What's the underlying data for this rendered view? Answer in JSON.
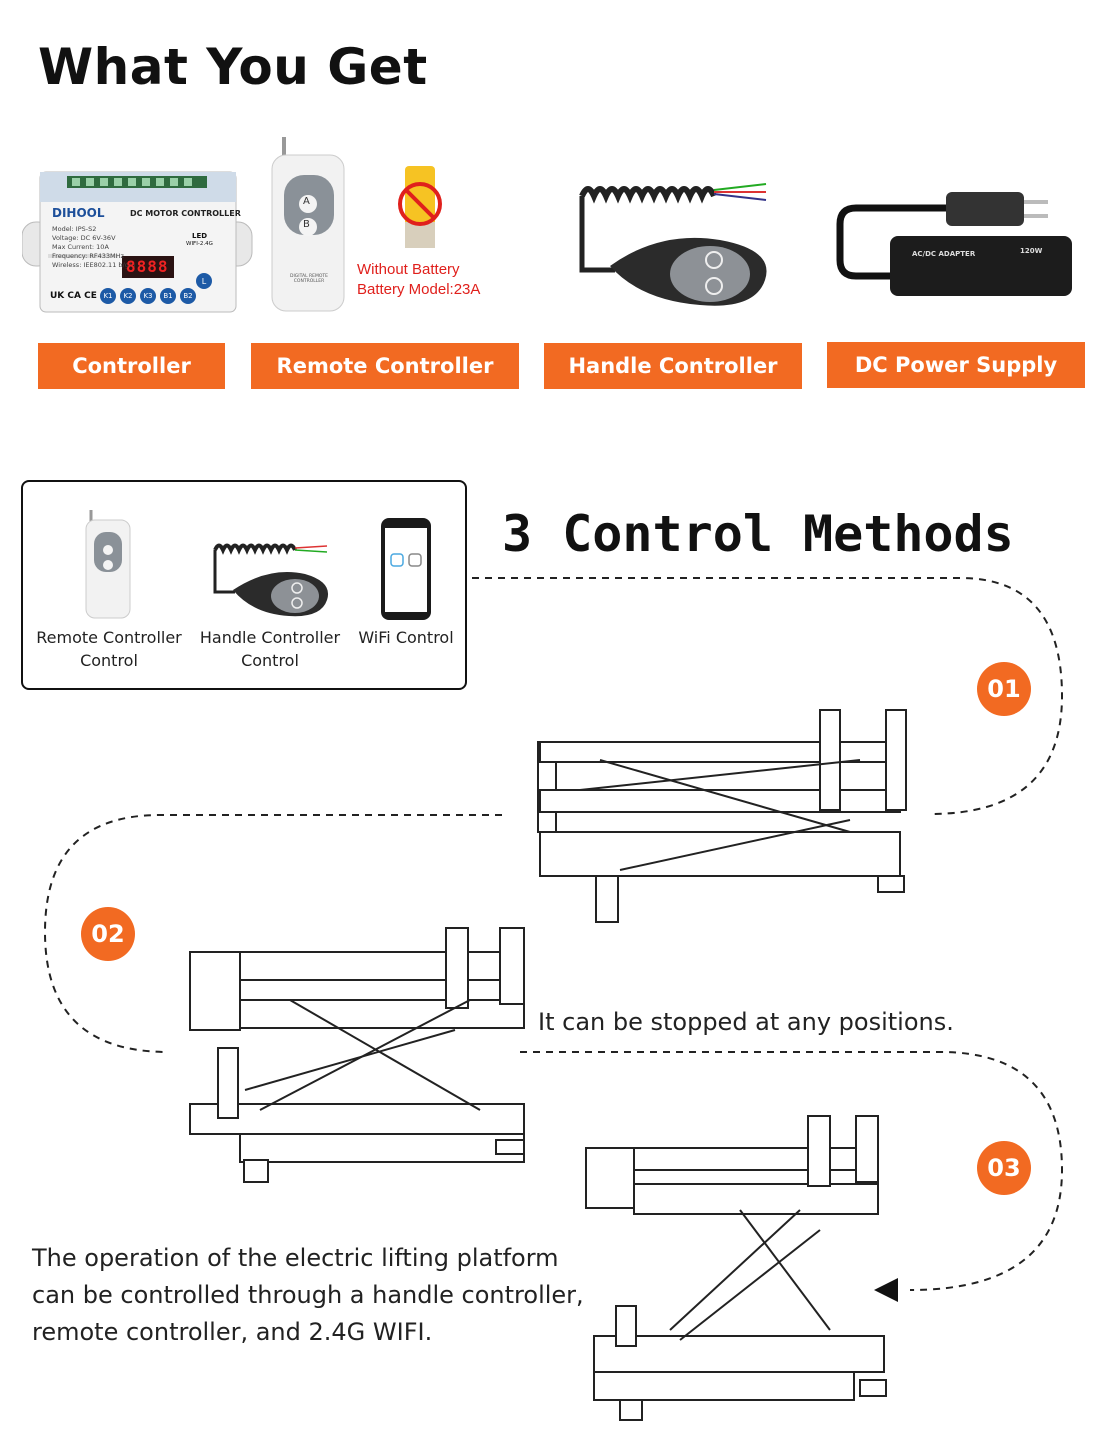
{
  "header": {
    "title": "What You Get"
  },
  "products": {
    "controller": {
      "label": "Controller",
      "brand": "DIHOOL",
      "panel_title": "DC MOTOR CONTROLLER",
      "specs": [
        "Model: IPS-S2",
        "Voltage: DC 6V-36V",
        "Max Current: 10A",
        "Frequency: RF433MHz",
        "Wireless: IEE802.11 b/g/n"
      ],
      "display": "8888",
      "led_label": "LED",
      "wifi_label": "WIFI-2.4G",
      "buttons": [
        "K1",
        "K2",
        "K3",
        "B1",
        "B2"
      ],
      "side_button": "L",
      "cert": "UK CA CE"
    },
    "remote": {
      "label": "Remote Controller",
      "button_a": "A",
      "button_b": "B",
      "caption": "DIGITAL REMOTE CONTROLLER"
    },
    "battery_note": {
      "line1": "Without Battery",
      "line2": "Battery Model:23A"
    },
    "handle": {
      "label": "Handle Controller"
    },
    "power": {
      "label": "DC Power Supply",
      "adapter_text": "AC/DC ADAPTER",
      "watt": "120W"
    }
  },
  "methods_box": {
    "items": [
      {
        "line1": "Remote Controller",
        "line2": "Control"
      },
      {
        "line1": "Handle Controller",
        "line2": "Control"
      },
      {
        "line1": "WiFi Control",
        "line2": ""
      }
    ]
  },
  "methods": {
    "title": "3 Control Methods",
    "steps": [
      "01",
      "02",
      "03"
    ],
    "note_positions": "It can be stopped at any positions.",
    "description": "The operation of the electric lifting platform can be controlled through a handle controller, remote controller, and 2.4G WIFI."
  },
  "colors": {
    "accent": "#f26a22",
    "warning": "#e0201c"
  }
}
